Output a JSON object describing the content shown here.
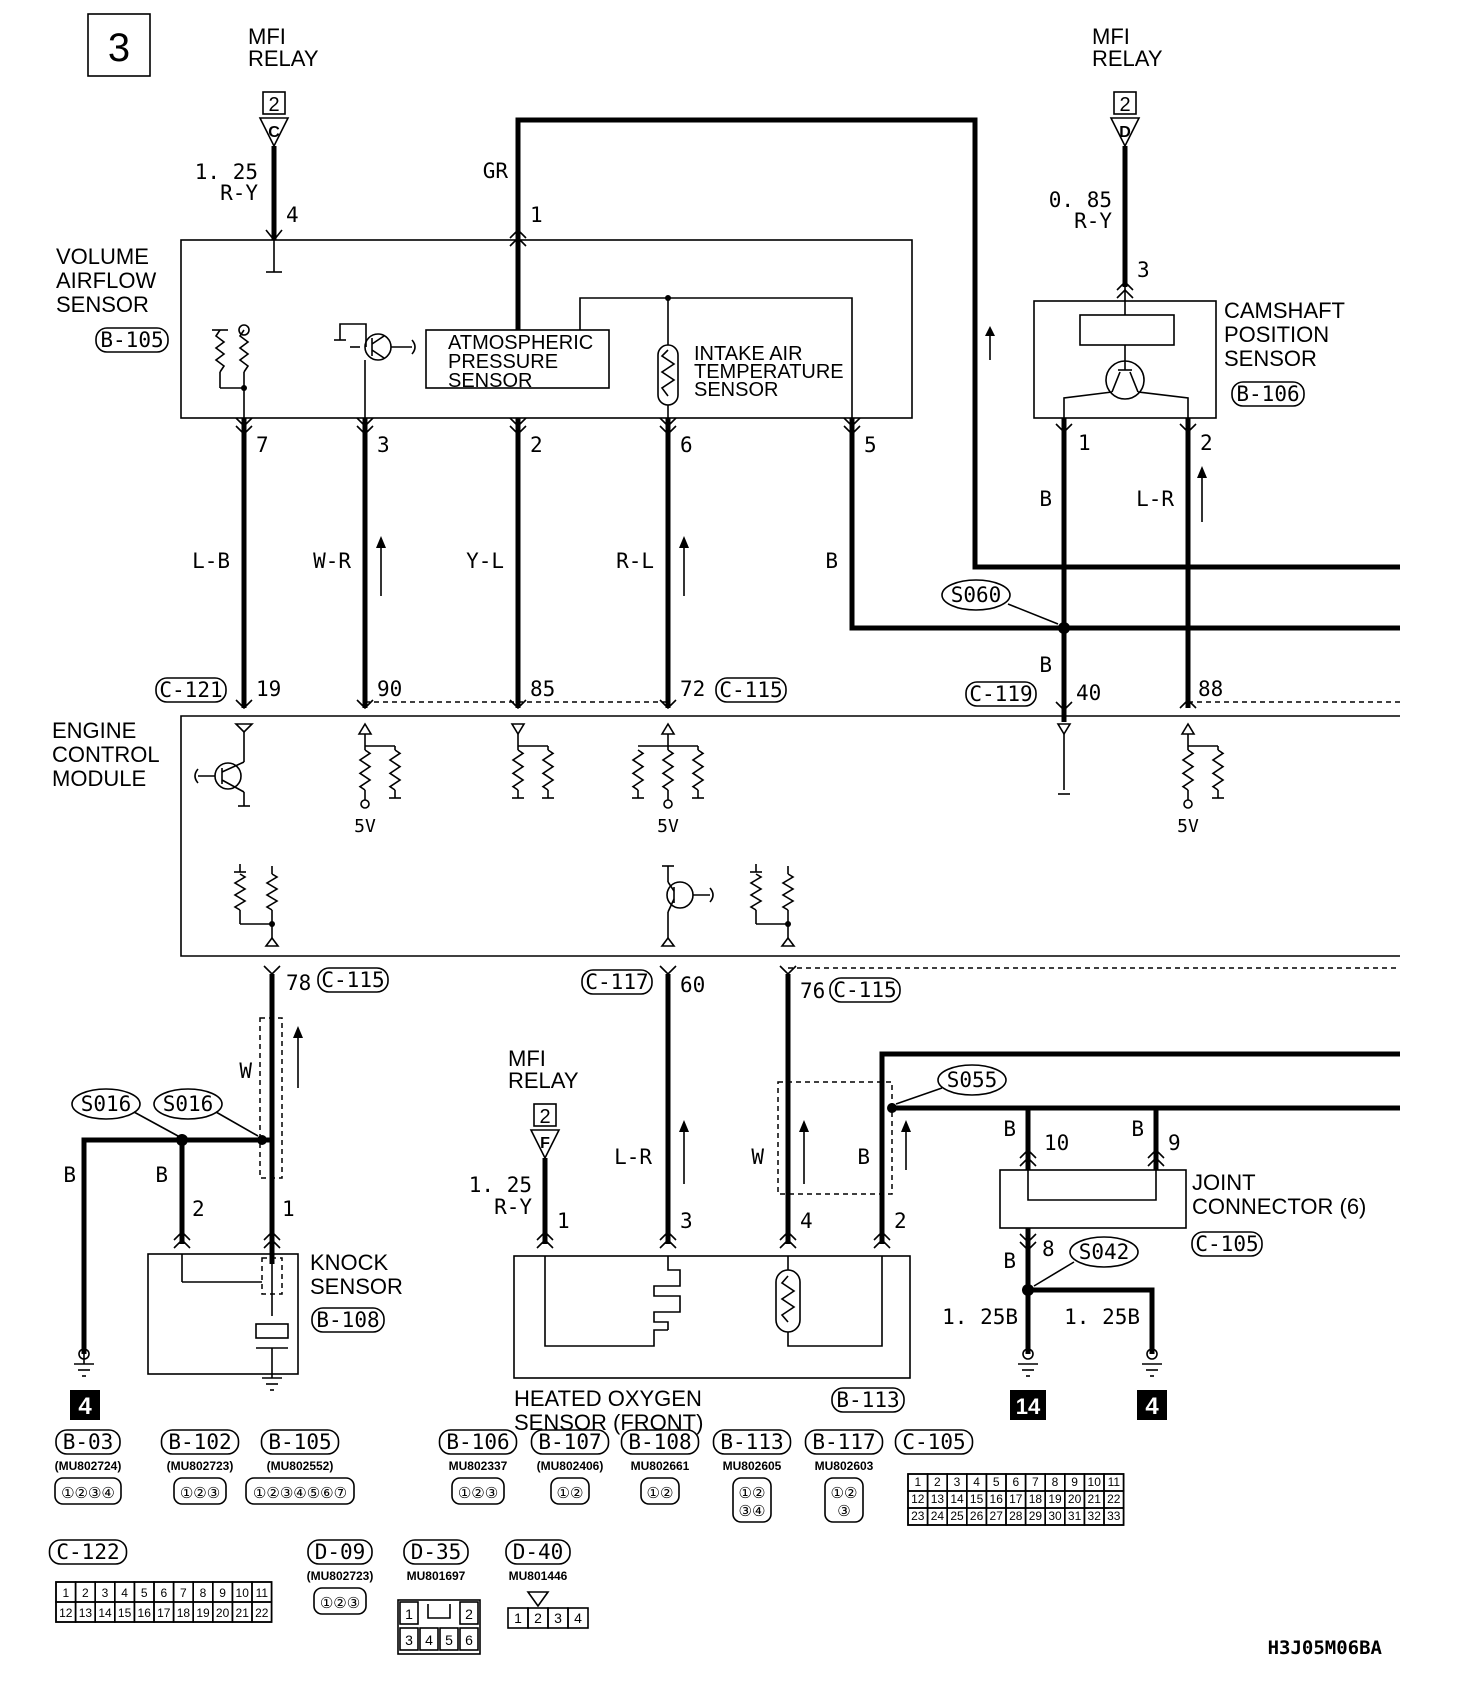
{
  "page_number": "3",
  "diagram_code": "H3J05M06BA",
  "components": {
    "mfi_relay_1": "MFI RELAY",
    "mfi_relay_2": "MFI RELAY",
    "mfi_relay_3": "MFI RELAY",
    "volume_airflow_sensor": [
      "VOLUME",
      "AIRFLOW",
      "SENSOR"
    ],
    "volume_airflow_sensor_ref": "B-105",
    "atmospheric_pressure_sensor": [
      "ATMOSPHERIC",
      "PRESSURE",
      "SENSOR"
    ],
    "intake_air_temperature_sensor": [
      "INTAKE AIR",
      "TEMPERATURE",
      "SENSOR"
    ],
    "camshaft_position_sensor": [
      "CAMSHAFT",
      "POSITION",
      "SENSOR"
    ],
    "camshaft_position_sensor_ref": "B-106",
    "engine_control_module": [
      "ENGINE",
      "CONTROL",
      "MODULE"
    ],
    "knock_sensor": [
      "KNOCK",
      "SENSOR"
    ],
    "knock_sensor_ref": "B-108",
    "heated_oxygen_sensor": [
      "HEATED OXYGEN",
      "SENSOR (FRONT)"
    ],
    "heated_oxygen_sensor_ref": "B-113",
    "joint_connector": [
      "JOINT",
      "CONNECTOR (6)"
    ],
    "joint_connector_ref": "C-105"
  },
  "relay_terminals": [
    {
      "num": "2",
      "letter": "C",
      "wire_size": "1. 25",
      "wire_color": "R-Y",
      "pin": "4"
    },
    {
      "num": "2",
      "letter": "D",
      "wire_size": "0. 85",
      "wire_color": "R-Y",
      "pin": "3"
    },
    {
      "num": "2",
      "letter": "F",
      "wire_size": "1. 25",
      "wire_color": "R-Y",
      "pin": "1"
    }
  ],
  "sensor_pins": {
    "vas_top_gr": {
      "pin": "1",
      "color": "GR"
    },
    "vas_bottom": [
      {
        "pin": "7",
        "color": "L-B",
        "ecm_pin": "19"
      },
      {
        "pin": "3",
        "color": "W-R",
        "ecm_pin": "90"
      },
      {
        "pin": "2",
        "color": "Y-L",
        "ecm_pin": "85"
      },
      {
        "pin": "6",
        "color": "R-L",
        "ecm_pin": "72"
      },
      {
        "pin": "5",
        "color": "B"
      }
    ],
    "cmp": [
      {
        "pin": "1",
        "color": "B",
        "ecm_pin": "40",
        "color_below": "B"
      },
      {
        "pin": "2",
        "color": "L-R",
        "ecm_pin": "88"
      }
    ]
  },
  "connectors_ecm_top": [
    "C-121",
    "C-115",
    "C-119"
  ],
  "connectors_ecm_bottom": [
    {
      "ref": "C-115",
      "pin": "78"
    },
    {
      "ref": "C-117",
      "pin": "60"
    },
    {
      "ref": "C-115",
      "pin": "76"
    }
  ],
  "splices": [
    "S060",
    "S016",
    "S016",
    "S055",
    "S042"
  ],
  "voltage_label": "5V",
  "lower_wires": {
    "knock_w": "W",
    "knock_b_left": "B",
    "knock_b": "B",
    "knock_pin2": "2",
    "knock_pin1": "1",
    "ho2s_lr": "L-R",
    "ho2s_w": "W",
    "ho2s_b": "B",
    "ho2s_pins": [
      "1",
      "3",
      "4",
      "2"
    ],
    "joint_b10": "B",
    "joint_pin10": "10",
    "joint_b9": "B",
    "joint_pin9": "9",
    "joint_b8": "B",
    "joint_pin8": "8",
    "ground_wire_1": "1. 25B",
    "ground_wire_2": "1. 25B"
  },
  "ground_refs": [
    "4",
    "14",
    "4"
  ],
  "connector_table": [
    {
      "ref": "B-03",
      "part": "(MU802724)",
      "pins": "①②③④"
    },
    {
      "ref": "B-102",
      "part": "(MU802723)",
      "pins": "①②③"
    },
    {
      "ref": "B-105",
      "part": "(MU802552)",
      "pins": "①②③④⑤⑥⑦"
    },
    {
      "ref": "B-106",
      "part": "MU802337",
      "pins": "①②③"
    },
    {
      "ref": "B-107",
      "part": "(MU802406)",
      "pins": "①②"
    },
    {
      "ref": "B-108",
      "part": "MU802661",
      "pins": "①②"
    },
    {
      "ref": "B-113",
      "part": "MU802605",
      "pins": "①② ③④"
    },
    {
      "ref": "B-117",
      "part": "MU802603",
      "pins": "①② ③"
    },
    {
      "ref": "C-105",
      "part": ""
    },
    {
      "ref": "C-122",
      "part": ""
    },
    {
      "ref": "D-09",
      "part": "(MU802723)",
      "pins": "①②③"
    },
    {
      "ref": "D-35",
      "part": "MU801697"
    },
    {
      "ref": "D-40",
      "part": "MU801446"
    }
  ]
}
